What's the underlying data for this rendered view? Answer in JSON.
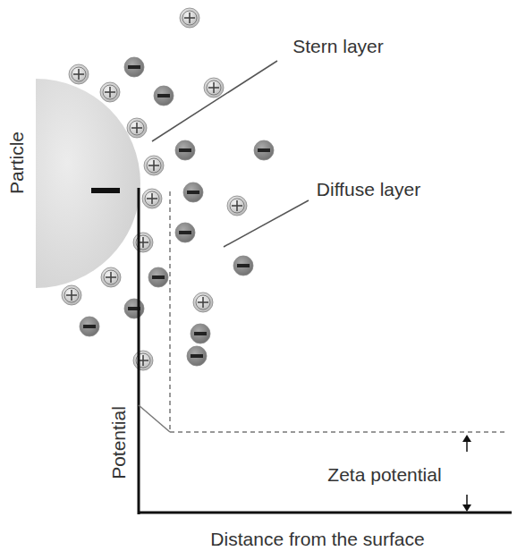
{
  "diagram": {
    "labels": [
      "Stern layer",
      "Diffuse layer",
      "Particle",
      "Potential",
      "Zeta potential",
      "Distance from the surface"
    ]
  }
}
